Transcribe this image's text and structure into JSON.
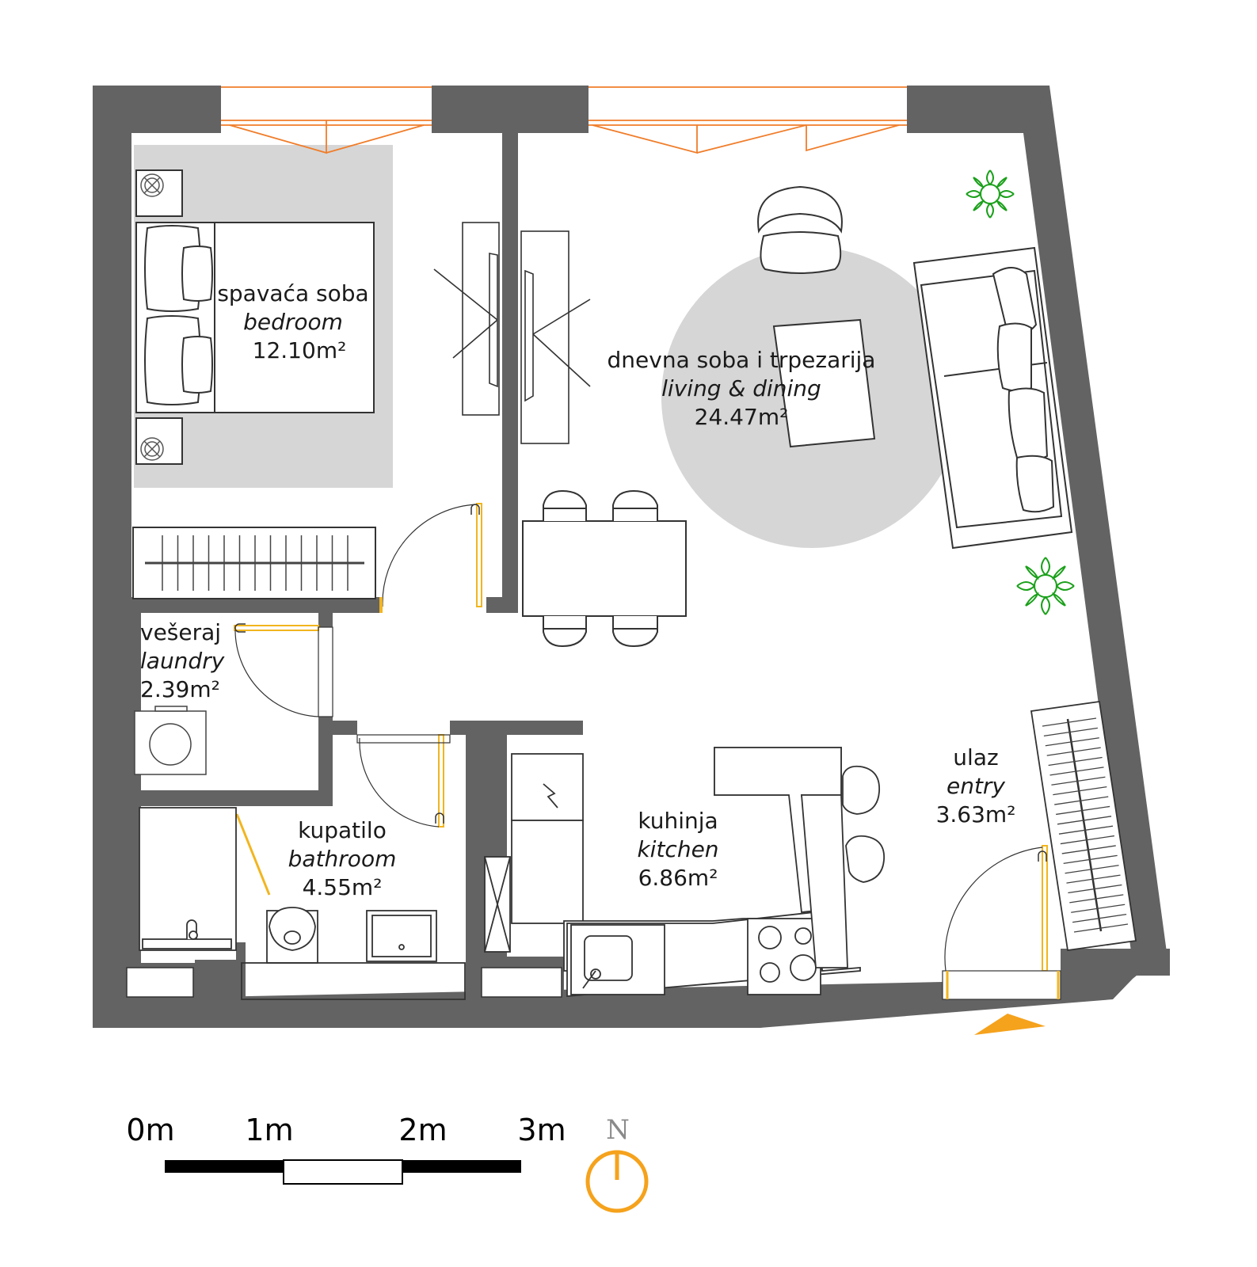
{
  "rooms": {
    "bedroom": {
      "name_local": "spavaća soba",
      "name_en": "bedroom",
      "area": "12.10m²"
    },
    "living": {
      "name_local": "dnevna soba i trpezarija",
      "name_en": "living & dining",
      "area": "24.47m²"
    },
    "laundry": {
      "name_local": "vešeraj",
      "name_en": "laundry",
      "area": "2.39m²"
    },
    "bathroom": {
      "name_local": "kupatilo",
      "name_en": "bathroom",
      "area": "4.55m²"
    },
    "kitchen": {
      "name_local": "kuhinja",
      "name_en": "kitchen",
      "area": "6.86m²"
    },
    "entry": {
      "name_local": "ulaz",
      "name_en": "entry",
      "area": "3.63m²"
    }
  },
  "scale_bar": {
    "labels": [
      "0m",
      "1m",
      "2m",
      "3m"
    ]
  },
  "compass": {
    "label": "N"
  },
  "colors": {
    "wall": "#636364",
    "window": "#f07d2a",
    "door": "#f2b51e",
    "furniture_stroke": "#333333",
    "rug": "#d6d6d6",
    "plant": "#1aa01a",
    "entry_arrow": "#f5a21c",
    "compass": "#f5a21c"
  }
}
